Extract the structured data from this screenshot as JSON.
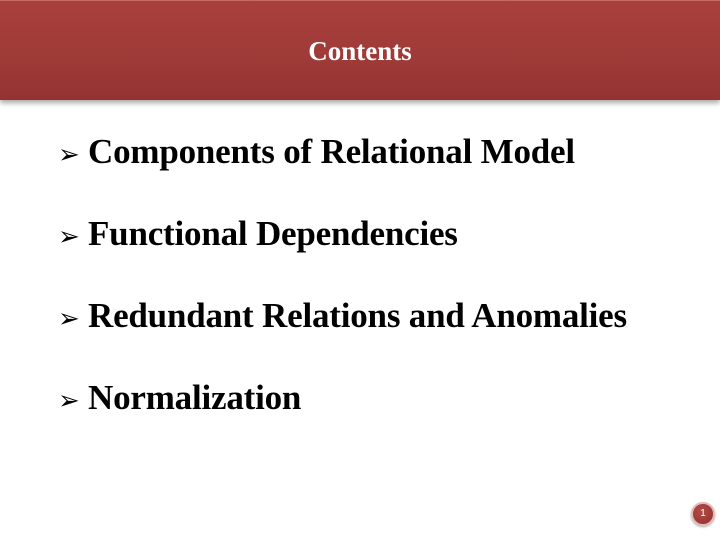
{
  "header": {
    "title": "Contents"
  },
  "bullets": [
    {
      "marker": "➢",
      "text": "Components of Relational Model"
    },
    {
      "marker": "➢",
      "text": "Functional Dependencies"
    },
    {
      "marker": "➢",
      "text": "Redundant Relations and Anomalies"
    },
    {
      "marker": "➢",
      "text": "Normalization"
    }
  ],
  "footer": {
    "page_number": "1"
  },
  "colors": {
    "header_background": "#9e3a37",
    "header_text": "#ffffff",
    "body_text": "#000000",
    "page_badge": "#9e3a37"
  }
}
